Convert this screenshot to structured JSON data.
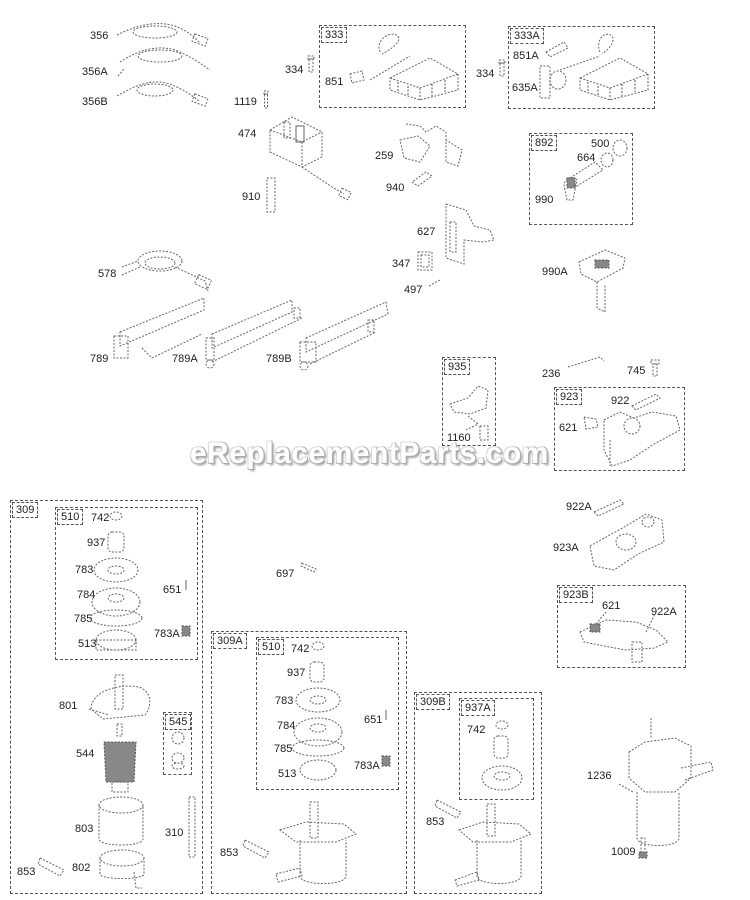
{
  "diagram": {
    "watermark": "eReplacementParts.com",
    "groups": [
      {
        "id": "333",
        "label": "333",
        "parts": [
          "851"
        ]
      },
      {
        "id": "333A",
        "label": "333A",
        "parts": [
          "851A",
          "635A"
        ]
      },
      {
        "id": "892",
        "label": "892",
        "parts": [
          "500",
          "664",
          "990"
        ]
      },
      {
        "id": "935",
        "label": "935",
        "parts": [
          "1160"
        ]
      },
      {
        "id": "923",
        "label": "923",
        "parts": [
          "922",
          "621"
        ]
      },
      {
        "id": "923B",
        "label": "923B",
        "parts": [
          "621",
          "922A"
        ]
      },
      {
        "id": "309",
        "label": "309",
        "parts": [
          "510",
          "801",
          "545",
          "544",
          "803",
          "310",
          "853",
          "802"
        ]
      },
      {
        "id": "309-510",
        "label": "510",
        "parts": [
          "742",
          "937",
          "783",
          "784",
          "785",
          "513",
          "651",
          "783A"
        ]
      },
      {
        "id": "545",
        "label": "545",
        "parts": []
      },
      {
        "id": "309A",
        "label": "309A",
        "parts": [
          "510",
          "853"
        ]
      },
      {
        "id": "309A-510",
        "label": "510",
        "parts": [
          "742",
          "937",
          "783",
          "784",
          "785",
          "513",
          "651",
          "783A"
        ]
      },
      {
        "id": "309B",
        "label": "309B",
        "parts": [
          "937A",
          "853"
        ]
      },
      {
        "id": "937A",
        "label": "937A",
        "parts": [
          "742"
        ]
      }
    ],
    "labels": {
      "p356": "356",
      "p356A": "356A",
      "p356B": "356B",
      "p334a": "334",
      "p851": "851",
      "p334b": "334",
      "p851A": "851A",
      "p635A": "635A",
      "p1119": "1119",
      "p474": "474",
      "p910": "910",
      "p259": "259",
      "p940": "940",
      "p500": "500",
      "p664": "664",
      "p990": "990",
      "p627": "627",
      "p347": "347",
      "p497": "497",
      "p990A": "990A",
      "p578": "578",
      "p789": "789",
      "p789A": "789A",
      "p789B": "789B",
      "p1160": "1160",
      "p236": "236",
      "p745": "745",
      "p922": "922",
      "p621": "621",
      "p922A": "922A",
      "p923A": "923A",
      "p621b": "621",
      "p922Ab": "922A",
      "p697": "697",
      "s1_742": "742",
      "s1_937": "937",
      "s1_783": "783",
      "s1_651": "651",
      "s1_784": "784",
      "s1_785": "785",
      "s1_513": "513",
      "s1_783A": "783A",
      "s1_801": "801",
      "s1_544": "544",
      "s1_803": "803",
      "s1_310": "310",
      "s1_853": "853",
      "s1_802": "802",
      "s2_742": "742",
      "s2_937": "937",
      "s2_783": "783",
      "s2_651": "651",
      "s2_784": "784",
      "s2_785": "785",
      "s2_513": "513",
      "s2_783A": "783A",
      "s2_853": "853",
      "s3_742": "742",
      "s3_853": "853",
      "p1236": "1236",
      "p1009": "1009"
    }
  }
}
